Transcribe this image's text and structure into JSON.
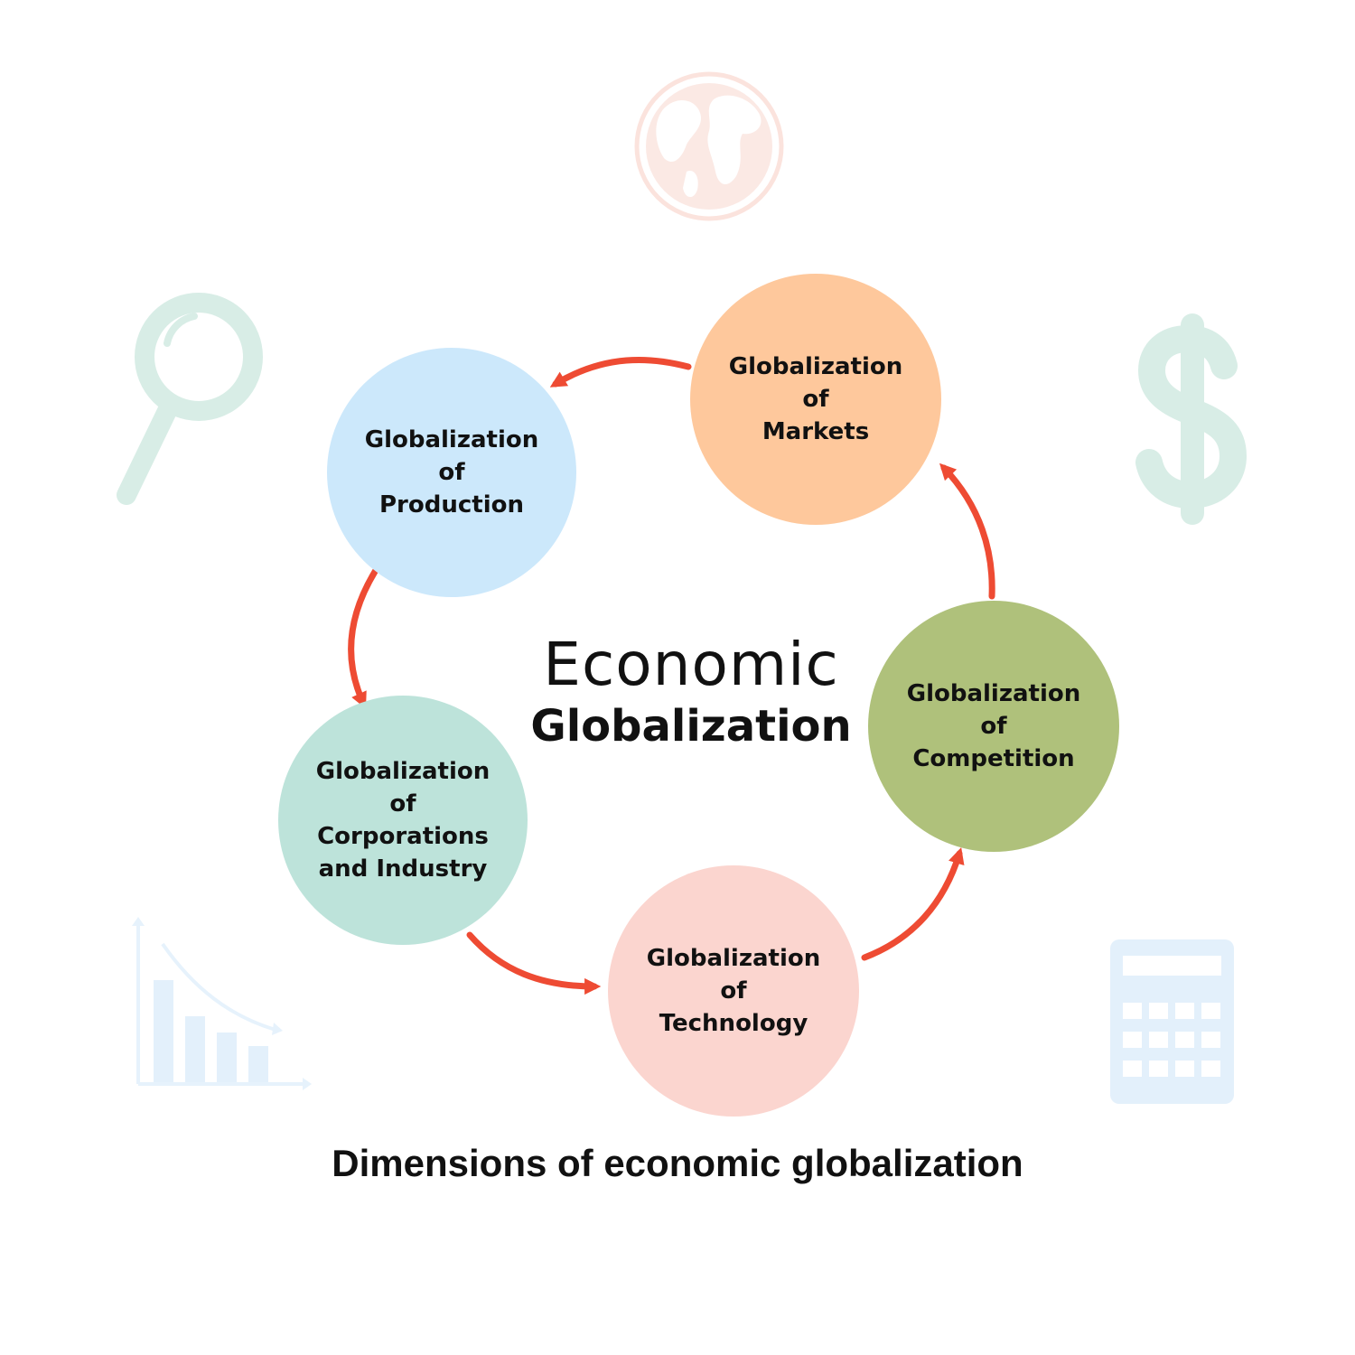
{
  "center": {
    "line1": "Economic",
    "line2": "Globalization"
  },
  "nodes": {
    "production": {
      "lines": [
        "Globalization",
        "of",
        "Production"
      ],
      "color": "#cce8fb"
    },
    "markets": {
      "lines": [
        "Globalization",
        "of",
        "Markets"
      ],
      "color": "#fec89c"
    },
    "corporations": {
      "lines": [
        "Globalization",
        "of",
        "Corporations",
        "and Industry"
      ],
      "color": "#bde3da"
    },
    "technology": {
      "lines": [
        "Globalization",
        "of",
        "Technology"
      ],
      "color": "#fbd5cf"
    },
    "competition": {
      "lines": [
        "Globalization",
        "of",
        "Competition"
      ],
      "color": "#afc17b"
    }
  },
  "caption": "Dimensions of economic globalization",
  "arrow_color": "#ee4b33",
  "decorative_icons": [
    "globe-icon",
    "magnifier-icon",
    "dollar-icon",
    "bar-chart-icon",
    "calculator-icon"
  ]
}
